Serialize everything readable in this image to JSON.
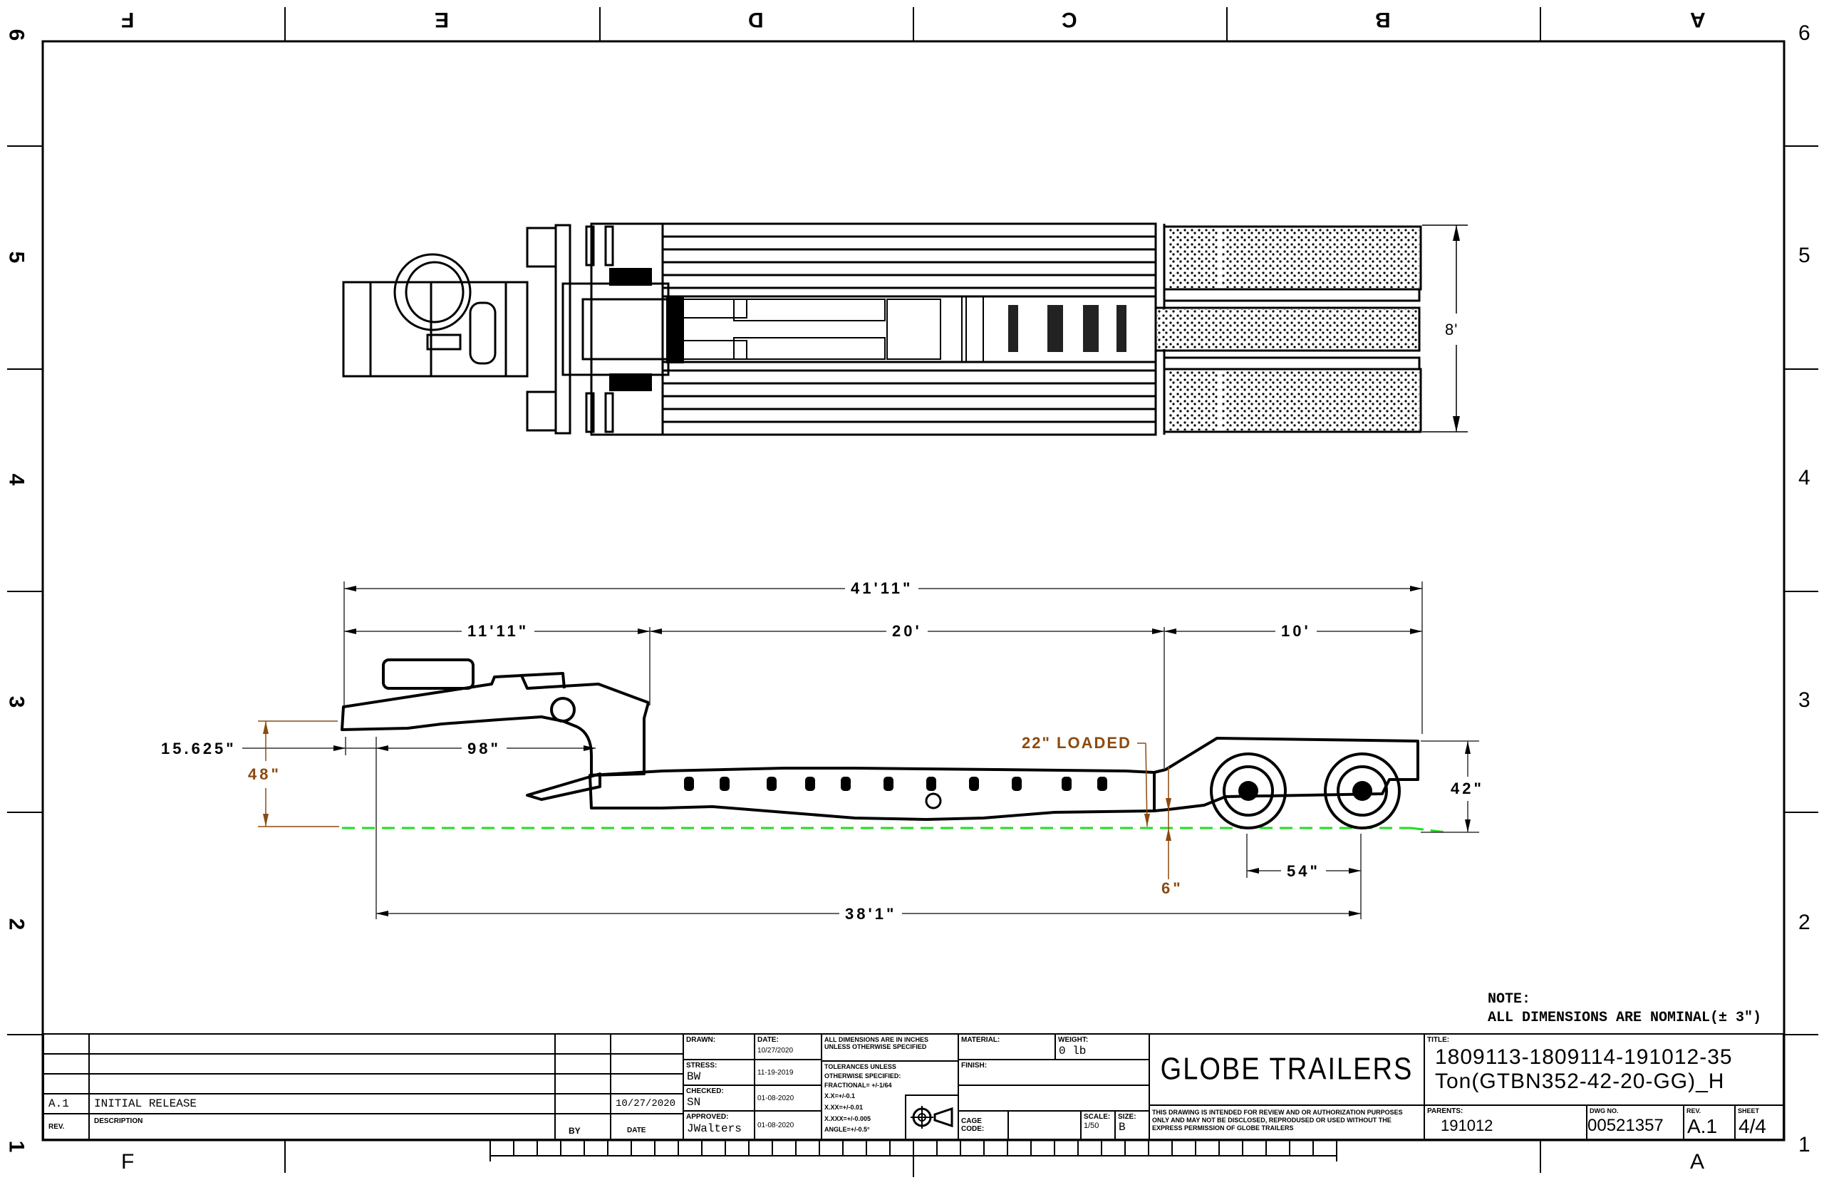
{
  "sheet": {
    "zones_top": [
      "F",
      "E",
      "D",
      "C",
      "B",
      "A"
    ],
    "zones_bottom": [
      "F",
      "A"
    ],
    "zones_left": [
      "6",
      "5",
      "4",
      "3",
      "2",
      "1"
    ],
    "zones_right": [
      "6",
      "5",
      "4",
      "3",
      "2",
      "1"
    ]
  },
  "top_view": {
    "width_dim": "8'"
  },
  "side_view": {
    "overall_length": "41'11\"",
    "gooseneck_length": "11'11\"",
    "deck_length": "20'",
    "rear_length": "10'",
    "kingpin_setting": "15.625\"",
    "swing_clearance": "98\"",
    "fifth_wheel_height": "48\"",
    "deck_height_loaded": "22\"  LOADED",
    "ground_clearance": "6\"",
    "rear_deck_height": "42\"",
    "axle_spread": "54\"",
    "kingpin_to_axle": "38'1\"",
    "colors": {
      "ground_line": "#22dd22",
      "dimension_accent": "#8b4a10"
    }
  },
  "note": {
    "heading": "NOTE:",
    "text": "ALL DIMENSIONS ARE NOMINAL(± 3\")"
  },
  "revision_block": {
    "rows": [
      {
        "rev": "",
        "description": "",
        "by": "",
        "date": ""
      },
      {
        "rev": "",
        "description": "",
        "by": "",
        "date": ""
      },
      {
        "rev": "",
        "description": "",
        "by": "",
        "date": ""
      },
      {
        "rev": "A.1",
        "description": "INITIAL RELEASE",
        "by": "",
        "date": "10/27/2020"
      }
    ],
    "headers": {
      "rev": "REV.",
      "description": "DESCRIPTION",
      "by": "BY",
      "date": "DATE"
    }
  },
  "title_block": {
    "drawn_label": "DRAWN:",
    "drawn_value": "",
    "drawn_date_label": "DATE:",
    "drawn_date": "10/27/2020",
    "stress_label": "STRESS:",
    "stress_value": "BW",
    "stress_date": "11-19-2019",
    "checked_label": "CHECKED:",
    "checked_value": "SN",
    "checked_date": "01-08-2020",
    "approved_label": "APPROVED:",
    "approved_value": "JWalters",
    "approved_date": "01-08-2020",
    "units_note": "ALL DIMENSIONS ARE IN INCHES UNLESS OTHERWISE SPECIFIED",
    "tolerances": [
      "TOLERANCES UNLESS",
      "OTHERWISE SPECIFIED:",
      "FRACTIONAL= +/-1/64",
      "X.X=+/-0.1",
      "X.XX=+/-0.01",
      "X.XXX=+/-0.005",
      "ANGLE=+/-0.5°"
    ],
    "projection_icon": "third-angle-projection-icon",
    "material_label": "MATERIAL:",
    "material_value": "",
    "weight_label": "WEIGHT:",
    "weight_value": "0 lb",
    "finish_label": "FINISH:",
    "finish_value": "",
    "cage_code_label": "CAGE CODE:",
    "cage_code_value": "",
    "scale_label": "SCALE:",
    "scale_value": "1/50",
    "size_label": "SIZE:",
    "size_value": "B",
    "company": "GLOBE TRAILERS",
    "disclaimer": "THIS DRAWING IS INTENDED FOR REVIEW AND OR AUTHORIZATION PURPOSES ONLY AND MAY NOT BE DISCLOSED, REPRODUSED OR USED WITHOUT THE EXPRESS PERMISSION OF GLOBE TRAILERS",
    "title_label": "TITLE:",
    "title_line1": "1809113-1809114-191012-35",
    "title_line2": "Ton(GTBN352-42-20-GG)_H",
    "parents_label": "PARENTS:",
    "parents_value": "191012",
    "dwg_no_label": "DWG NO.",
    "dwg_no_value": "00521357",
    "rev_label": "REV.",
    "rev_value": "A.1",
    "sheet_label": "SHEET",
    "sheet_value": "4/4"
  }
}
